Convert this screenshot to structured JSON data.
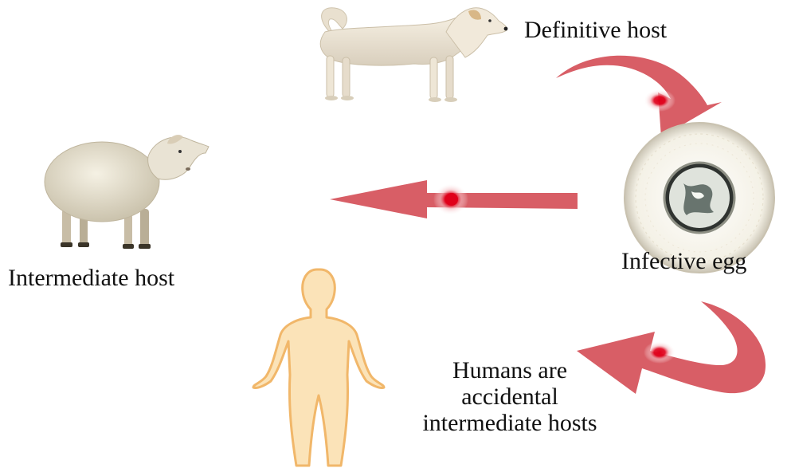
{
  "labels": {
    "definitive_host": "Definitive host",
    "infective_egg": "Infective egg",
    "intermediate_host": "Intermediate host",
    "humans": "Humans are accidental intermediate hosts"
  },
  "colors": {
    "arrow": "#d85e66",
    "arrow_center": "#e0001a",
    "dog_fur": "#efe7d8",
    "sheep_wool": "#e5dfcd",
    "human_skin": "#fbe3b8",
    "human_outline": "#f1b76a",
    "egg_shell": "#f7f4ea"
  },
  "icons": {
    "dog": "dog-illustration",
    "sheep": "sheep-illustration",
    "egg": "egg-illustration",
    "human": "human-silhouette-illustration"
  }
}
